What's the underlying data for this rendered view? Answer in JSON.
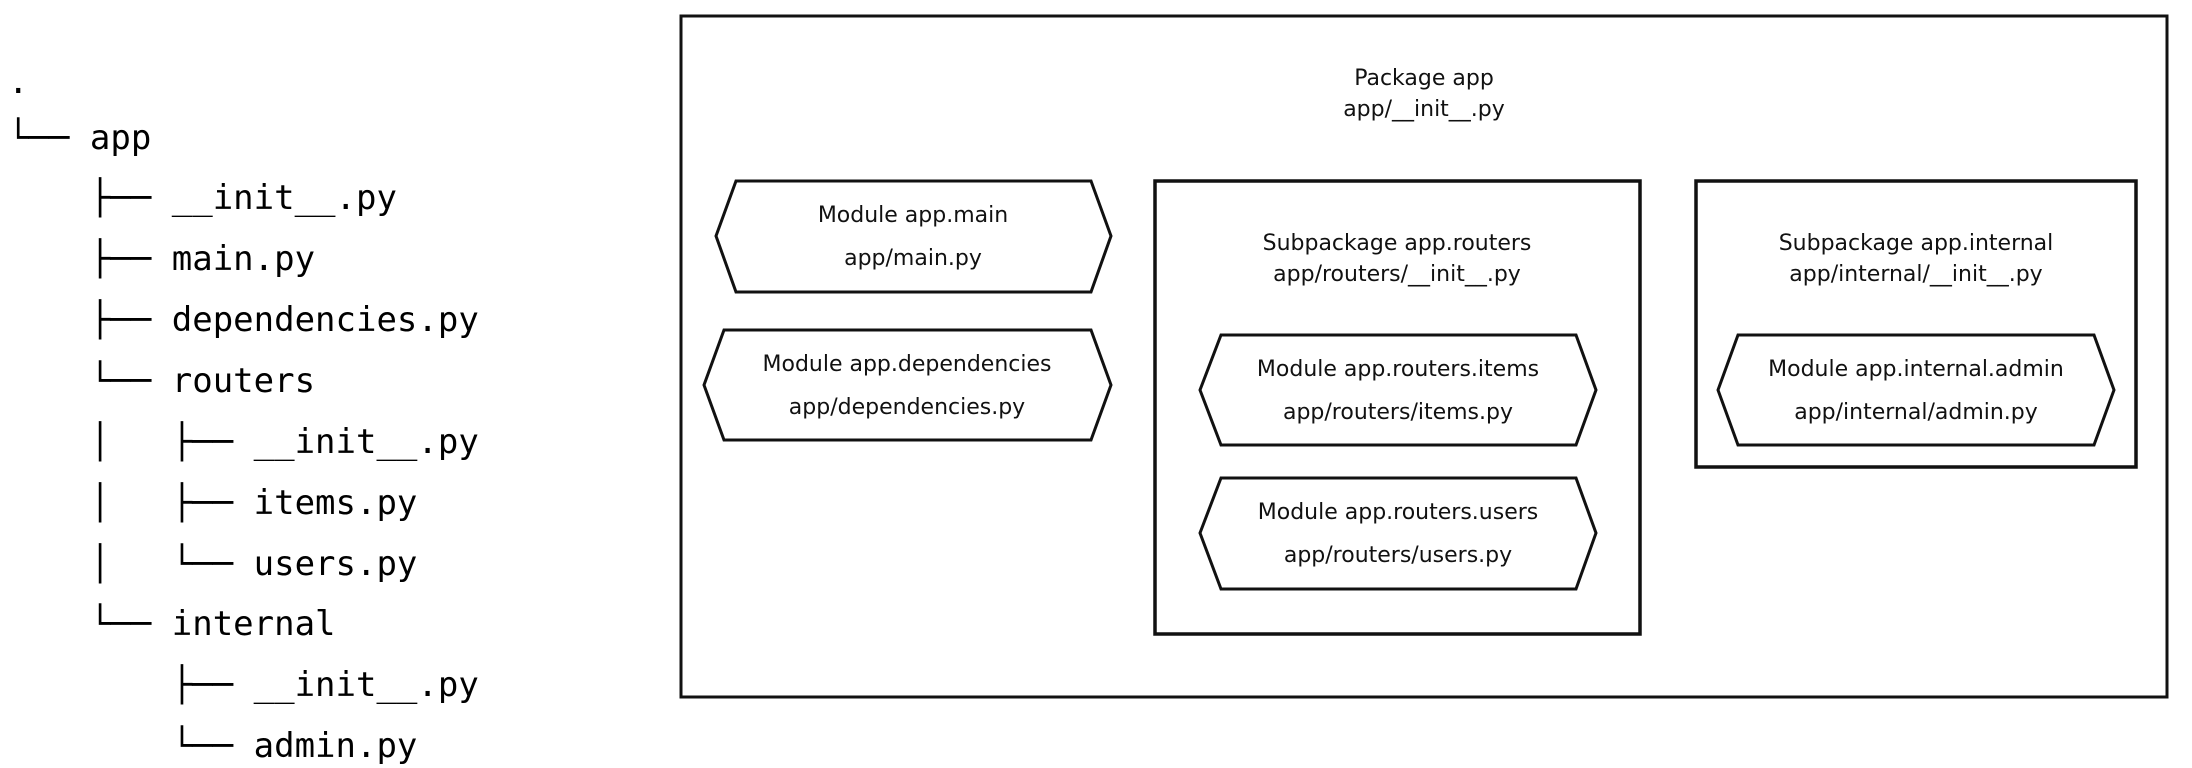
{
  "tree": {
    "lines": [
      ".",
      "└── app",
      "    ├── __init__.py",
      "    ├── main.py",
      "    ├── dependencies.py",
      "    └── routers",
      "    │   ├── __init__.py",
      "    │   ├── items.py",
      "    │   └── users.py",
      "    └── internal",
      "        ├── __init__.py",
      "        └── admin.py"
    ]
  },
  "diagram": {
    "package": {
      "title": "Package app",
      "file": "app/__init__.py"
    },
    "modules": {
      "main": {
        "title": "Module app.main",
        "file": "app/main.py"
      },
      "dependencies": {
        "title": "Module app.dependencies",
        "file": "app/dependencies.py"
      }
    },
    "routers": {
      "title": "Subpackage app.routers",
      "file": "app/routers/__init__.py",
      "items": {
        "title": "Module app.routers.items",
        "file": "app/routers/items.py"
      },
      "users": {
        "title": "Module app.routers.users",
        "file": "app/routers/users.py"
      }
    },
    "internal": {
      "title": "Subpackage app.internal",
      "file": "app/internal/__init__.py",
      "admin": {
        "title": "Module app.internal.admin",
        "file": "app/internal/admin.py"
      }
    }
  }
}
